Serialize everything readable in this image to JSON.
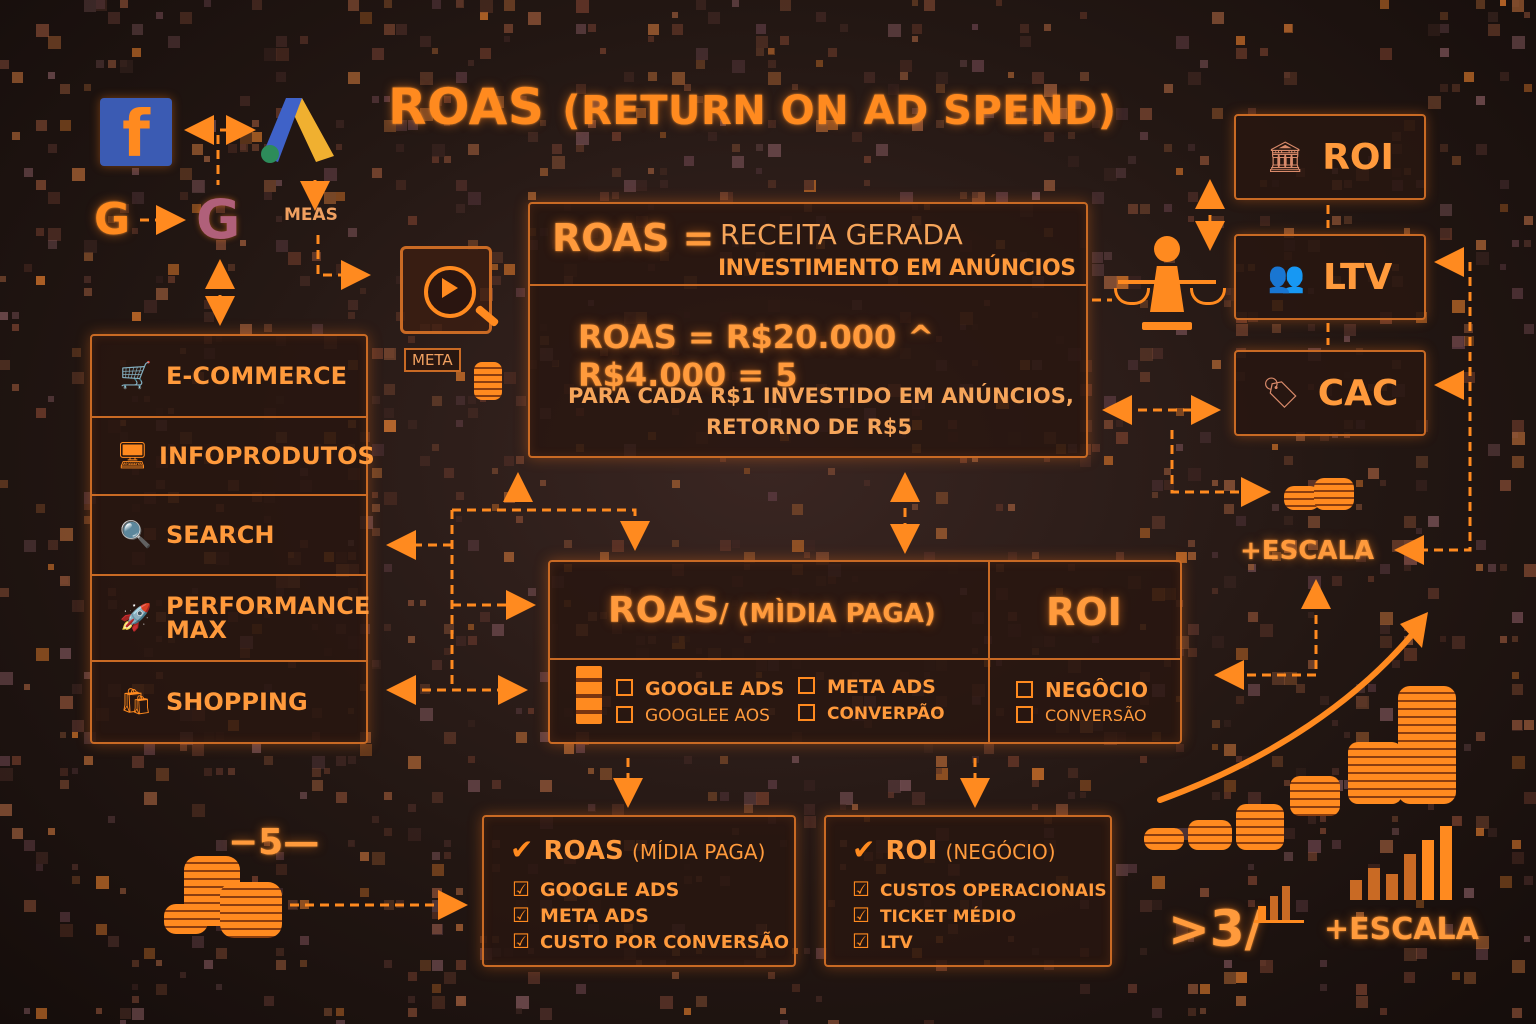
{
  "title": {
    "main": "ROAS",
    "paren": "(RETURN ON AD SPEND)"
  },
  "platforms": {
    "facebook": "f",
    "google_left": "G",
    "google_right": "G",
    "metas_label": "MEAS",
    "meta_badge": "META"
  },
  "formula": {
    "lhs": "ROAS =",
    "numerator": "RECEITA GERADA",
    "denominator": "INVESTIMENTO EM ANÚNCIOS",
    "example": "ROAS = R$20.000 ^ R$4.000 = 5",
    "note_line1": "PARA CADA R$1 INVESTIDO EM ANÚNCIOS,",
    "note_line2": "RETORNO DE R$5"
  },
  "categories": [
    {
      "label": "E-COMMERCE",
      "icon": "cart-icon"
    },
    {
      "label": "INFOPRODUTOS",
      "icon": "monitor-icon"
    },
    {
      "label": "SEARCH",
      "icon": "magnifier-icon"
    },
    {
      "label": "PERFORMANCE MAX",
      "icon": "rocket-icon"
    },
    {
      "label": "SHOPPING",
      "icon": "bag-icon"
    }
  ],
  "metrics": [
    {
      "label": "ROI",
      "icon": "bank-icon"
    },
    {
      "label": "LTV",
      "icon": "users-icon"
    },
    {
      "label": "CAC",
      "icon": "tag-icon"
    }
  ],
  "compare": {
    "left_title": "ROAS",
    "left_sub": "/ (MÌDIA PAGA)",
    "right_title": "ROI",
    "left_items_col1": [
      "GOOGLE ADS",
      "GOOGLEE AOS"
    ],
    "left_items_col2": [
      "META ADS",
      "CONVERPÃO"
    ],
    "right_items": [
      "NEGÔCIO",
      "CONVERSÃO"
    ]
  },
  "bottom_left": {
    "title": "ROAS",
    "sub": "(MÍDIA PAGA)",
    "items": [
      "GOOGLE ADS",
      "META ADS",
      "CUSTO POR CONVERSÃO"
    ]
  },
  "bottom_right": {
    "title": "ROI",
    "sub": "(NEGÓCIO)",
    "items": [
      "CUSTOS OPERACIONAIS",
      "TICKET MÉDIO",
      "LTV"
    ]
  },
  "badges": {
    "minus_five": "−5—",
    "escala_top": "+ESCALA",
    "gt_three": ">3/",
    "escala_bottom": "+ESCALA"
  },
  "colors": {
    "accent": "#ff8a1f",
    "border": "#c96a24",
    "background": "#231713"
  }
}
